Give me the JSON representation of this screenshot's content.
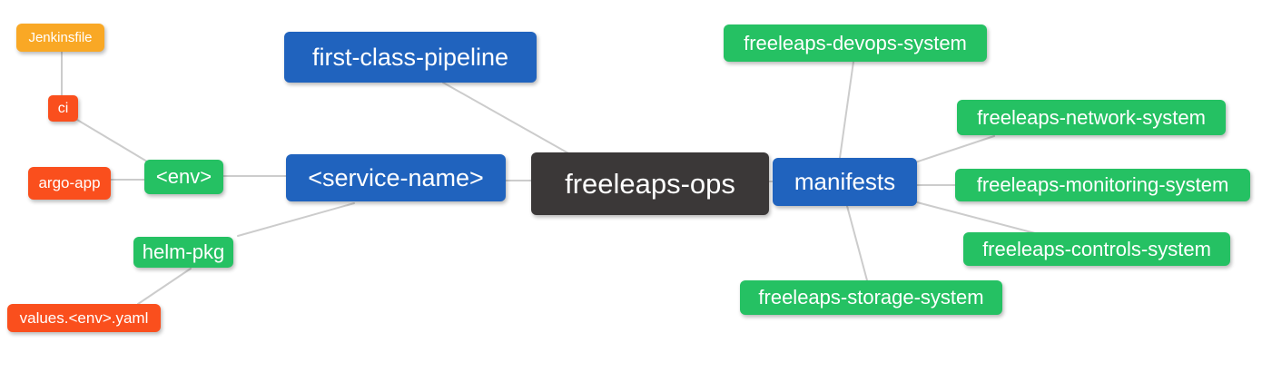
{
  "diagram": {
    "type": "mindmap",
    "root_id": "freeleaps_ops",
    "colors": {
      "background": "#FFFFFF",
      "connector": "#CCCCCC",
      "root_node": "#3B3838",
      "level1_node": "#2063BE",
      "level2_node": "#25C163",
      "level3_node": "#FA4F1D",
      "level4_node": "#F9A825",
      "node_text": "#FFFFFF"
    },
    "nodes": {
      "freeleaps_ops": {
        "label": "freeleaps-ops",
        "level": 0,
        "color": "#3B3838"
      },
      "first_class_pipeline": {
        "label": "first-class-pipeline",
        "level": 1,
        "color": "#2063BE"
      },
      "service_name": {
        "label": "<service-name>",
        "level": 1,
        "color": "#2063BE"
      },
      "manifests": {
        "label": "manifests",
        "level": 1,
        "color": "#2063BE"
      },
      "env": {
        "label": "<env>",
        "level": 2,
        "color": "#25C163"
      },
      "helm_pkg": {
        "label": "helm-pkg",
        "level": 2,
        "color": "#25C163"
      },
      "devops_system": {
        "label": "freeleaps-devops-system",
        "level": 2,
        "color": "#25C163"
      },
      "network_system": {
        "label": "freeleaps-network-system",
        "level": 2,
        "color": "#25C163"
      },
      "monitoring_system": {
        "label": "freeleaps-monitoring-system",
        "level": 2,
        "color": "#25C163"
      },
      "controls_system": {
        "label": "freeleaps-controls-system",
        "level": 2,
        "color": "#25C163"
      },
      "storage_system": {
        "label": "freeleaps-storage-system",
        "level": 2,
        "color": "#25C163"
      },
      "ci": {
        "label": "ci",
        "level": 3,
        "color": "#FA4F1D"
      },
      "argo_app": {
        "label": "argo-app",
        "level": 3,
        "color": "#FA4F1D"
      },
      "values_env_yaml": {
        "label": "values.<env>.yaml",
        "level": 3,
        "color": "#FA4F1D"
      },
      "jenkinsfile": {
        "label": "Jenkinsfile",
        "level": 4,
        "color": "#F9A825"
      }
    },
    "edges": [
      {
        "from": "jenkinsfile",
        "to": "ci"
      },
      {
        "from": "ci",
        "to": "env"
      },
      {
        "from": "argo_app",
        "to": "env"
      },
      {
        "from": "env",
        "to": "service_name"
      },
      {
        "from": "helm_pkg",
        "to": "service_name"
      },
      {
        "from": "values_env_yaml",
        "to": "helm_pkg"
      },
      {
        "from": "first_class_pipeline",
        "to": "freeleaps_ops"
      },
      {
        "from": "service_name",
        "to": "freeleaps_ops"
      },
      {
        "from": "manifests",
        "to": "freeleaps_ops"
      },
      {
        "from": "devops_system",
        "to": "manifests"
      },
      {
        "from": "network_system",
        "to": "manifests"
      },
      {
        "from": "monitoring_system",
        "to": "manifests"
      },
      {
        "from": "controls_system",
        "to": "manifests"
      },
      {
        "from": "storage_system",
        "to": "manifests"
      }
    ]
  }
}
